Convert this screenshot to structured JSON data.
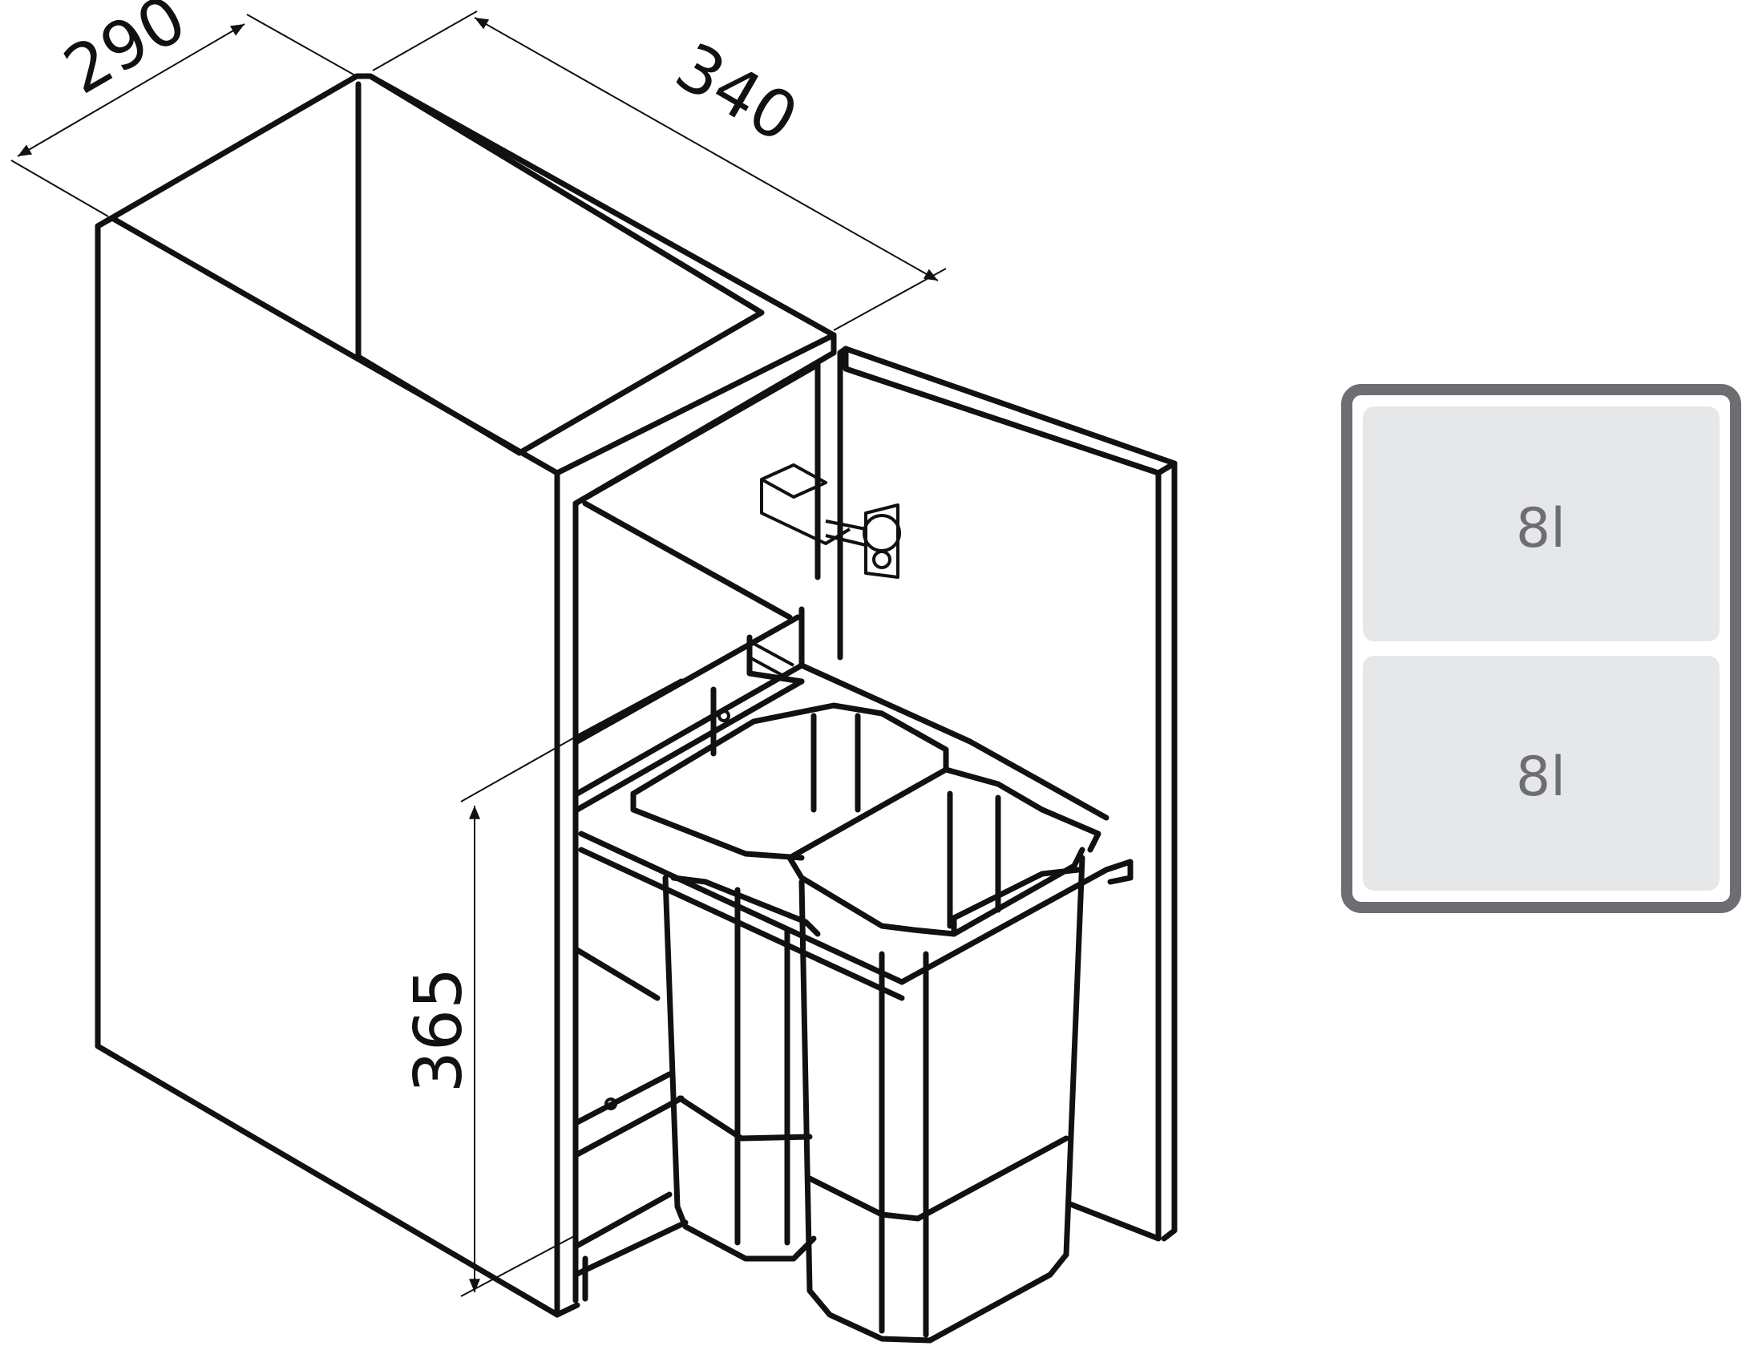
{
  "dimensions": {
    "width": "290",
    "depth": "340",
    "height": "365"
  },
  "compartments": [
    {
      "label": "8l"
    },
    {
      "label": "8l"
    }
  ],
  "colors": {
    "line": "#111111",
    "tray_border": "#6d6e71",
    "tray_fill": "#e6e7e8",
    "label": "#6d6e71"
  }
}
